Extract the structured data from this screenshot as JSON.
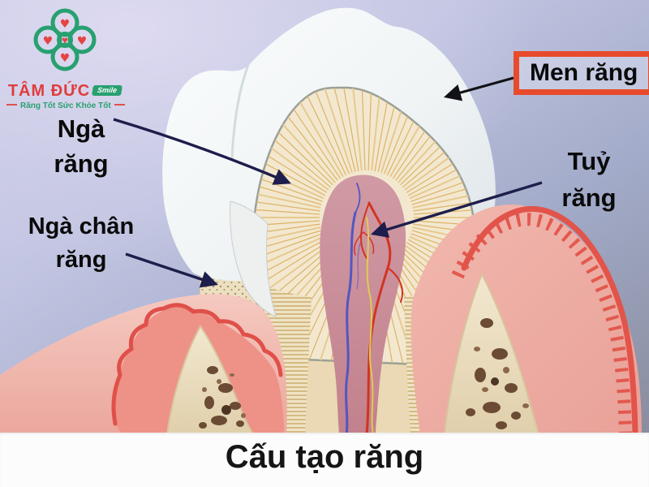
{
  "logo": {
    "brand": "TÂM ĐỨC",
    "badge": "Smile",
    "tagline": "Răng Tốt Sức Khỏe Tốt"
  },
  "diagram": {
    "title": "Cấu tạo răng",
    "labels": {
      "enamel": "Men răng",
      "dentin": "Ngà răng",
      "root_dentin": "Ngà chân răng",
      "pulp": "Tuỷ răng"
    }
  },
  "colors": {
    "brand_red": "#df3d3c",
    "brand_green": "#28a070",
    "highlight_box_border": "#e74b2b",
    "label_text": "#0a0a0a",
    "arrow_navy": "#1e1e4c",
    "arrow_black": "#121216",
    "enamel": "#f4f7f8",
    "dentin": "#f3e8cf",
    "dentin_rays": "#dcb267",
    "pulp": "#c98f9a",
    "vessel_artery": "#d23422",
    "vessel_vein": "#5456c0",
    "vessel_nerve": "#dfcb52",
    "gum_pink": "#eeafa6",
    "gum_red_margin": "#e2544a",
    "bone": "#ecdfc2",
    "bone_marrow": "#6b4b33",
    "title_bar_bg": "#fcfcfc"
  }
}
